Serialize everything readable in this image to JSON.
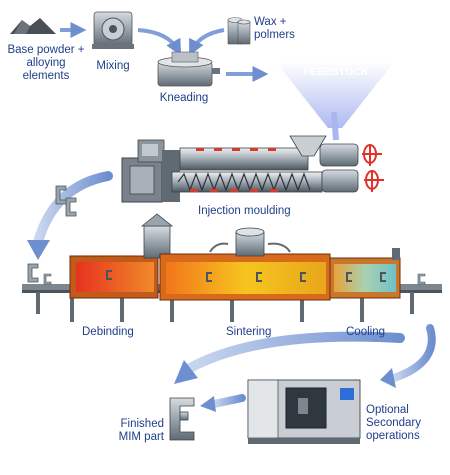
{
  "diagram": {
    "stages": {
      "base_powder": "Base powder + alloying elements",
      "mixing": "Mixing",
      "wax_polymers": "Wax + polmers",
      "kneading": "Kneading",
      "feedstock": "FEEDSTOCK",
      "injection_moulding": "Injection moulding",
      "debinding": "Debinding",
      "sintering": "Sintering",
      "cooling": "Cooling",
      "finished_part": "Finished MIM part",
      "secondary_operations": "Optional Secondary operations"
    },
    "colors": {
      "label_text": "#1f3f8a",
      "arrow": "#7f9fd6",
      "steel": "#9aa4ad",
      "debinding_heat": "#e8321f",
      "sintering_heat": "#f2b21b",
      "cooling_heat": "#7cc5c2",
      "furnace_shell": "#d86a1c",
      "feedstock_cone": "#c7cef5"
    }
  }
}
